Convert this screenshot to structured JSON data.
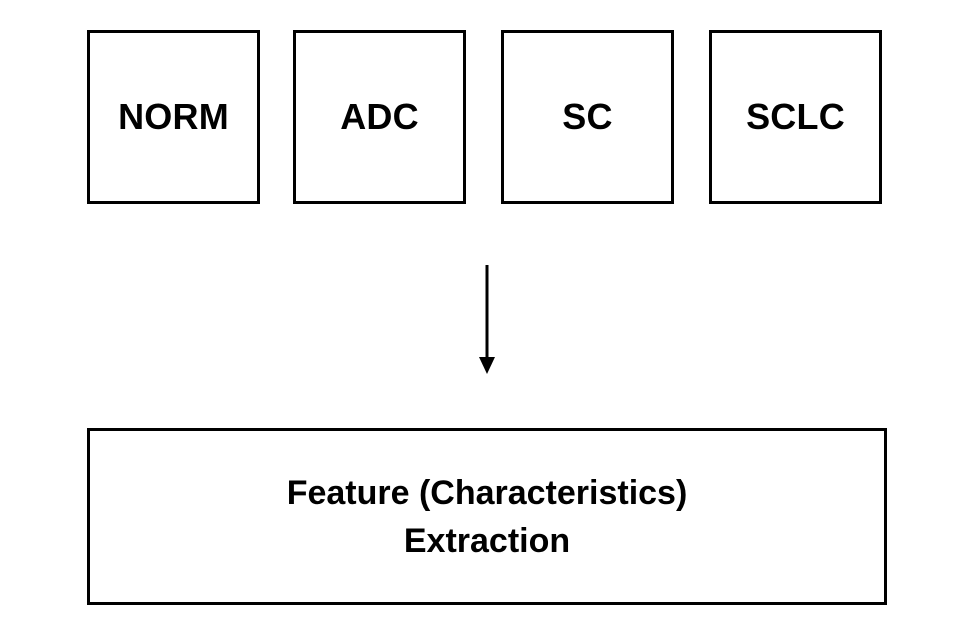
{
  "categories": [
    {
      "label": "NORM"
    },
    {
      "label": "ADC"
    },
    {
      "label": "SC"
    },
    {
      "label": "SCLC"
    }
  ],
  "process": {
    "line1": "Feature (Characteristics)",
    "line2": "Extraction"
  },
  "colors": {
    "stroke": "#000000",
    "background": "#ffffff"
  }
}
